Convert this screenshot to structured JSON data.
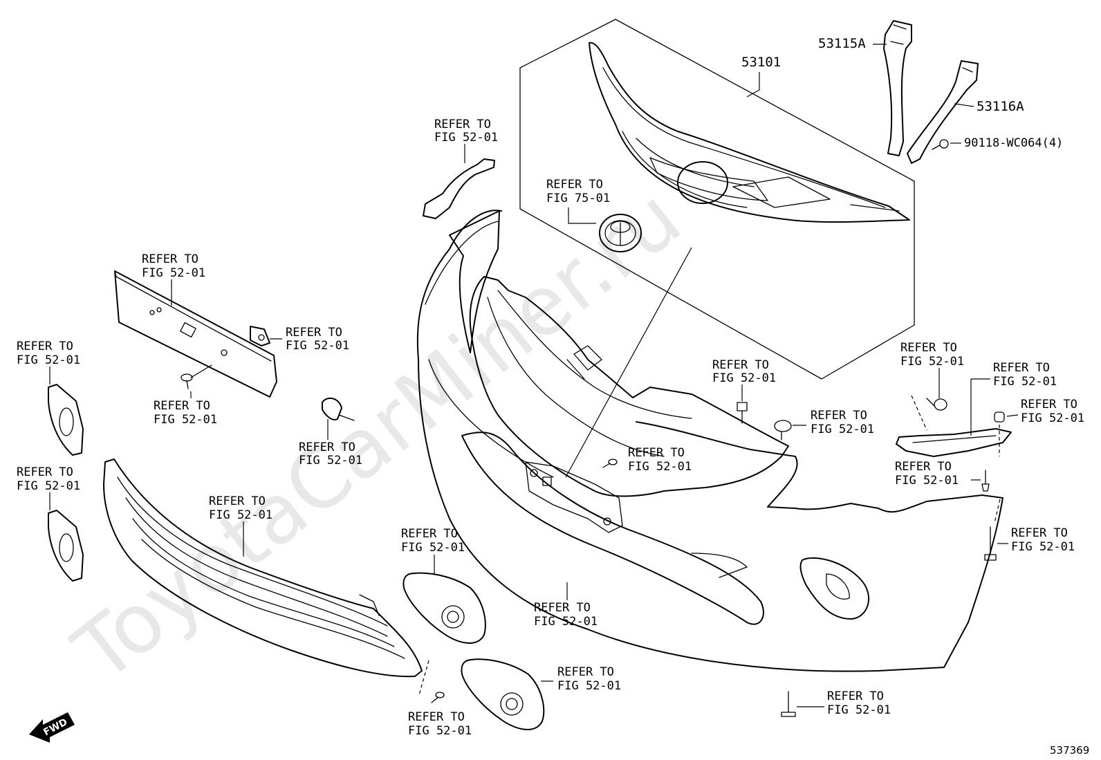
{
  "watermark": "ToyotaCarMiner.ru",
  "figure_number": "537369",
  "fwd_label": "FWD",
  "callouts": {
    "grille_53101": "53101",
    "brace_53115a": "53115A",
    "brace_53116a": "53116A",
    "screw_90118": "90118-WC064(4)",
    "emblem_ref_l1": "REFER TO",
    "emblem_ref_l2": "FIG 75-01",
    "ref_l1": "REFER TO",
    "ref_52": "FIG 52-01"
  }
}
